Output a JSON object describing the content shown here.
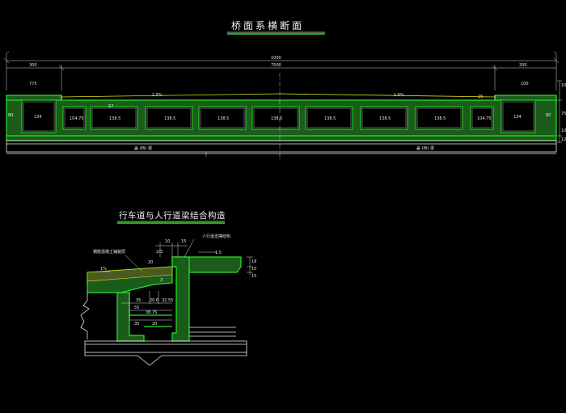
{
  "titles": {
    "main": "桥面系横断面",
    "detail": "行车道与人行道梁结合构造"
  },
  "section": {
    "total_width": "1000",
    "carriageway_width": "7500",
    "left_walkway": "300",
    "right_walkway": "200",
    "left_top": "775",
    "right_top": "100",
    "slope_left": "1.5%",
    "slope_right": "1.5%",
    "edge_box_width": "134",
    "edge_web": "104.75",
    "cell_width": "138.5",
    "girder_height": "80",
    "cap_label": "盖 (桥) 梁",
    "small_num": "57",
    "small_num2": "15",
    "side_ticks": [
      "10",
      "75",
      "10",
      "12"
    ]
  },
  "detail": {
    "label_left": "钢筋混凝土铺装层",
    "label_right": "人行道支撑结构",
    "slope_left": "1%",
    "slope_right": "1.5",
    "top_dim_a": "10",
    "top_dim_b": "15",
    "small_a": "2/3",
    "dim_20": "20",
    "dim_3": "3",
    "web_a": "35",
    "web_b": "20",
    "web_c": "32.55",
    "web_d": "55",
    "web_e": "20.6",
    "base_dim": "38.75",
    "base_dim2": "35",
    "right_dims": [
      "18",
      "10",
      "15"
    ]
  }
}
